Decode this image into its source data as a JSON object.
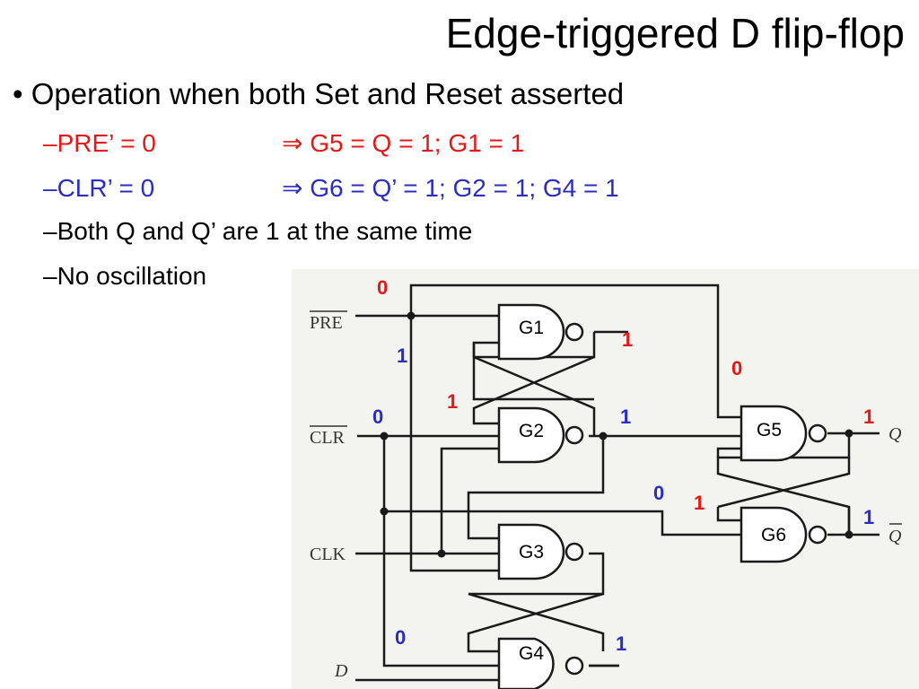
{
  "title": "Edge-triggered D flip-flop",
  "bullet": {
    "marker": "•",
    "text": "Operation when both Set and Reset asserted"
  },
  "subitems": [
    {
      "dash": "–",
      "label": "PRE’ = 0",
      "arrow": "⇒",
      "result": "G5 = Q = 1; G1 = 1",
      "color": "#e31818"
    },
    {
      "dash": "–",
      "label": "CLR’ = 0",
      "arrow": "⇒",
      "result": "G6 = Q’ = 1; G2 = 1; G4 = 1",
      "color": "#2a2dbd"
    },
    {
      "dash": "–",
      "label": "Both Q and Q’ are 1 at the same time",
      "color": "#000000"
    },
    {
      "dash": "–",
      "label": "No oscillation",
      "color": "#000000"
    }
  ],
  "diagram": {
    "gates": {
      "g1": "G1",
      "g2": "G2",
      "g3": "G3",
      "g4": "G4",
      "g5": "G5",
      "g6": "G6"
    },
    "inputs": {
      "pre": "PRE",
      "clr": "CLR",
      "clk": "CLK",
      "d": "D"
    },
    "outputs": {
      "q": "Q",
      "qbar": "Q"
    },
    "values": {
      "pre_top": "0",
      "g1_out": "1",
      "g1_fb": "1",
      "g2_fb": "1",
      "clr_in": "0",
      "g2_out": "1",
      "g5_in": "0",
      "q_out": "1",
      "g6_pre": "0",
      "g6_fb": "1",
      "qbar_out": "1",
      "g4_in": "0",
      "g4_out": "1"
    },
    "colors": {
      "red": "#e31818",
      "blue": "#2a2dbd"
    }
  }
}
